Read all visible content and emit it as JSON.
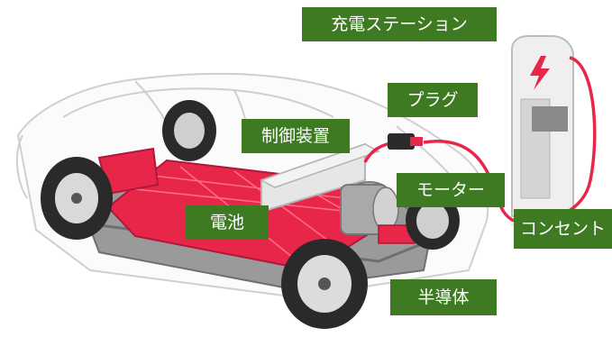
{
  "colors": {
    "label_bg": "#3d7a22",
    "accent_red": "#e8264a",
    "body_line": "#c9c9c9",
    "chassis": "#8a8a8a"
  },
  "icons": [
    "car-illustration",
    "charging-station-icon",
    "lightning-bolt-icon",
    "plug-icon",
    "motor-icon",
    "battery-pack-icon"
  ],
  "labels": {
    "charging_station": "充電ステーション",
    "plug": "プラグ",
    "controller": "制御装置",
    "motor": "モーター",
    "battery": "電池",
    "outlet": "コンセント",
    "semiconductor": "半導体"
  }
}
